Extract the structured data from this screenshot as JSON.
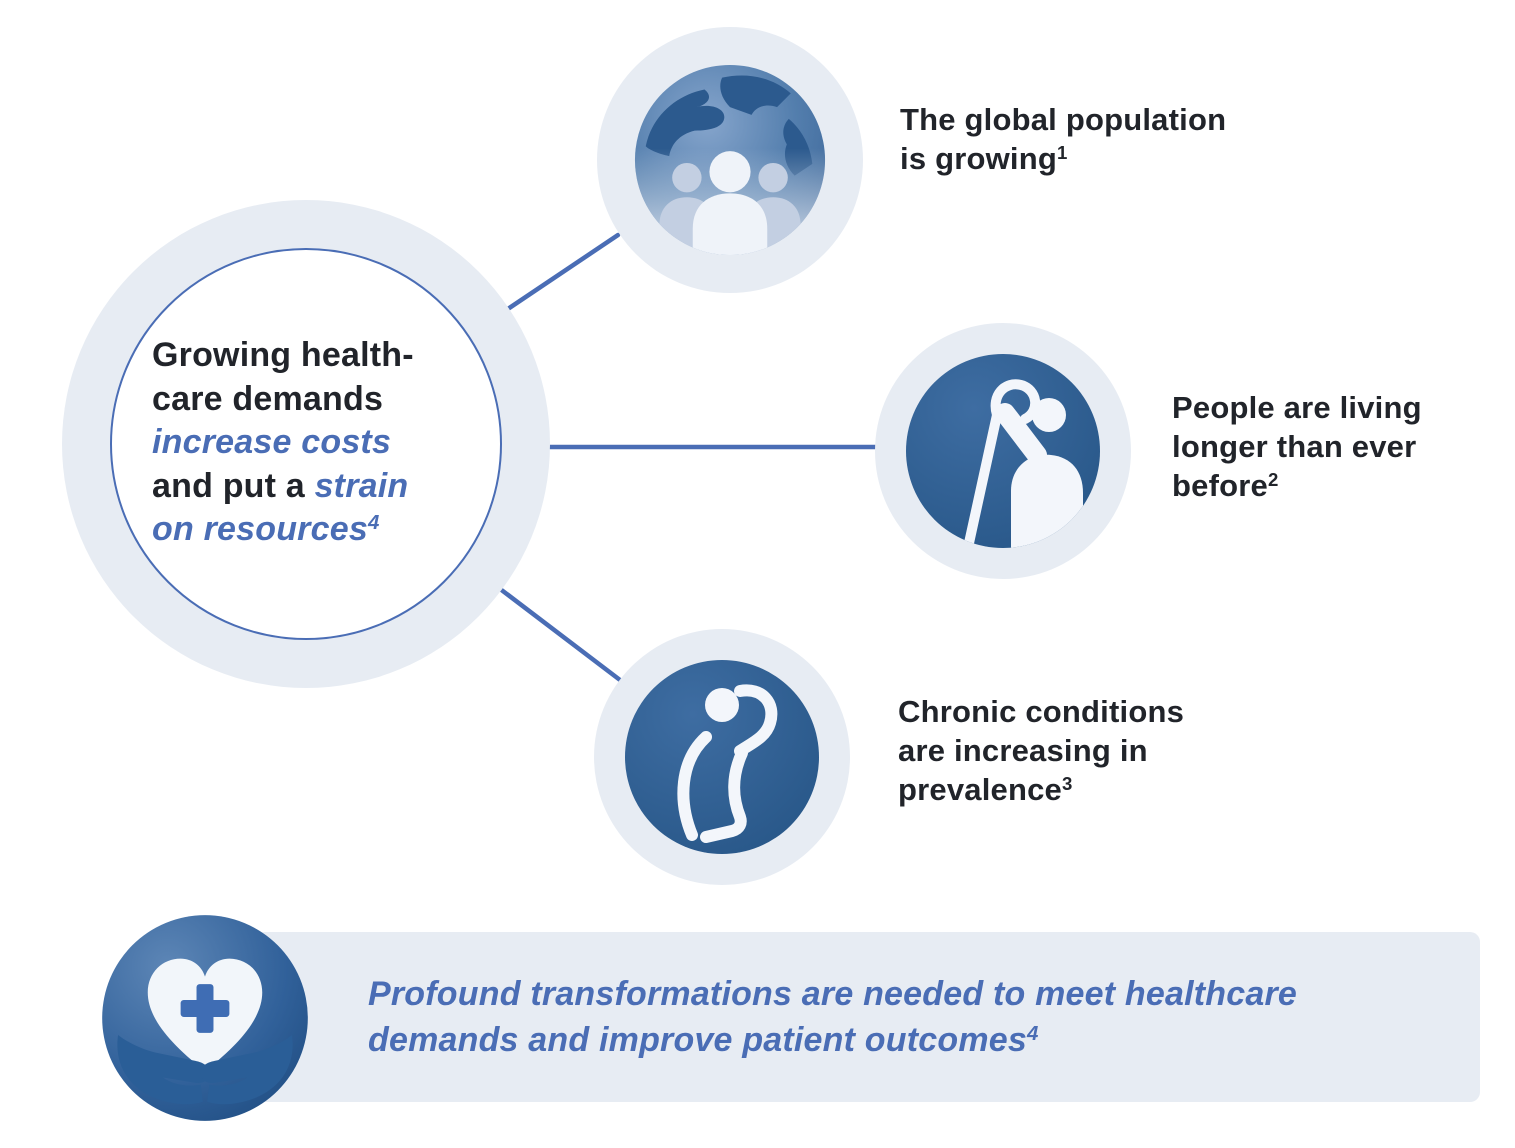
{
  "colors": {
    "accent_blue": "#4a6db5",
    "deep_circle_blue": "#2d5d90",
    "halo_blue": "#e7ecf3",
    "text_dark": "#21242a",
    "background": "#ffffff"
  },
  "central": {
    "line1": "Growing health-",
    "line2": "care demands",
    "line3": "increase costs",
    "line4a": "and put a ",
    "line4b": "strain",
    "line5": "on resources",
    "line5_sup": "4"
  },
  "items": [
    {
      "id": "global-population",
      "icon": "globe-population-icon",
      "text": "The global population is growing",
      "sup": "1"
    },
    {
      "id": "living-longer",
      "icon": "elderly-person-cane-icon",
      "text": "People are living longer than ever before",
      "sup": "2"
    },
    {
      "id": "chronic-conditions",
      "icon": "back-pain-person-icon",
      "text": "Chronic conditions are increasing in prevalence",
      "sup": "3"
    }
  ],
  "banner": {
    "icon": "heart-in-hands-icon",
    "text": "Profound transformations are needed to meet healthcare demands and improve patient outcomes",
    "sup": "4"
  }
}
